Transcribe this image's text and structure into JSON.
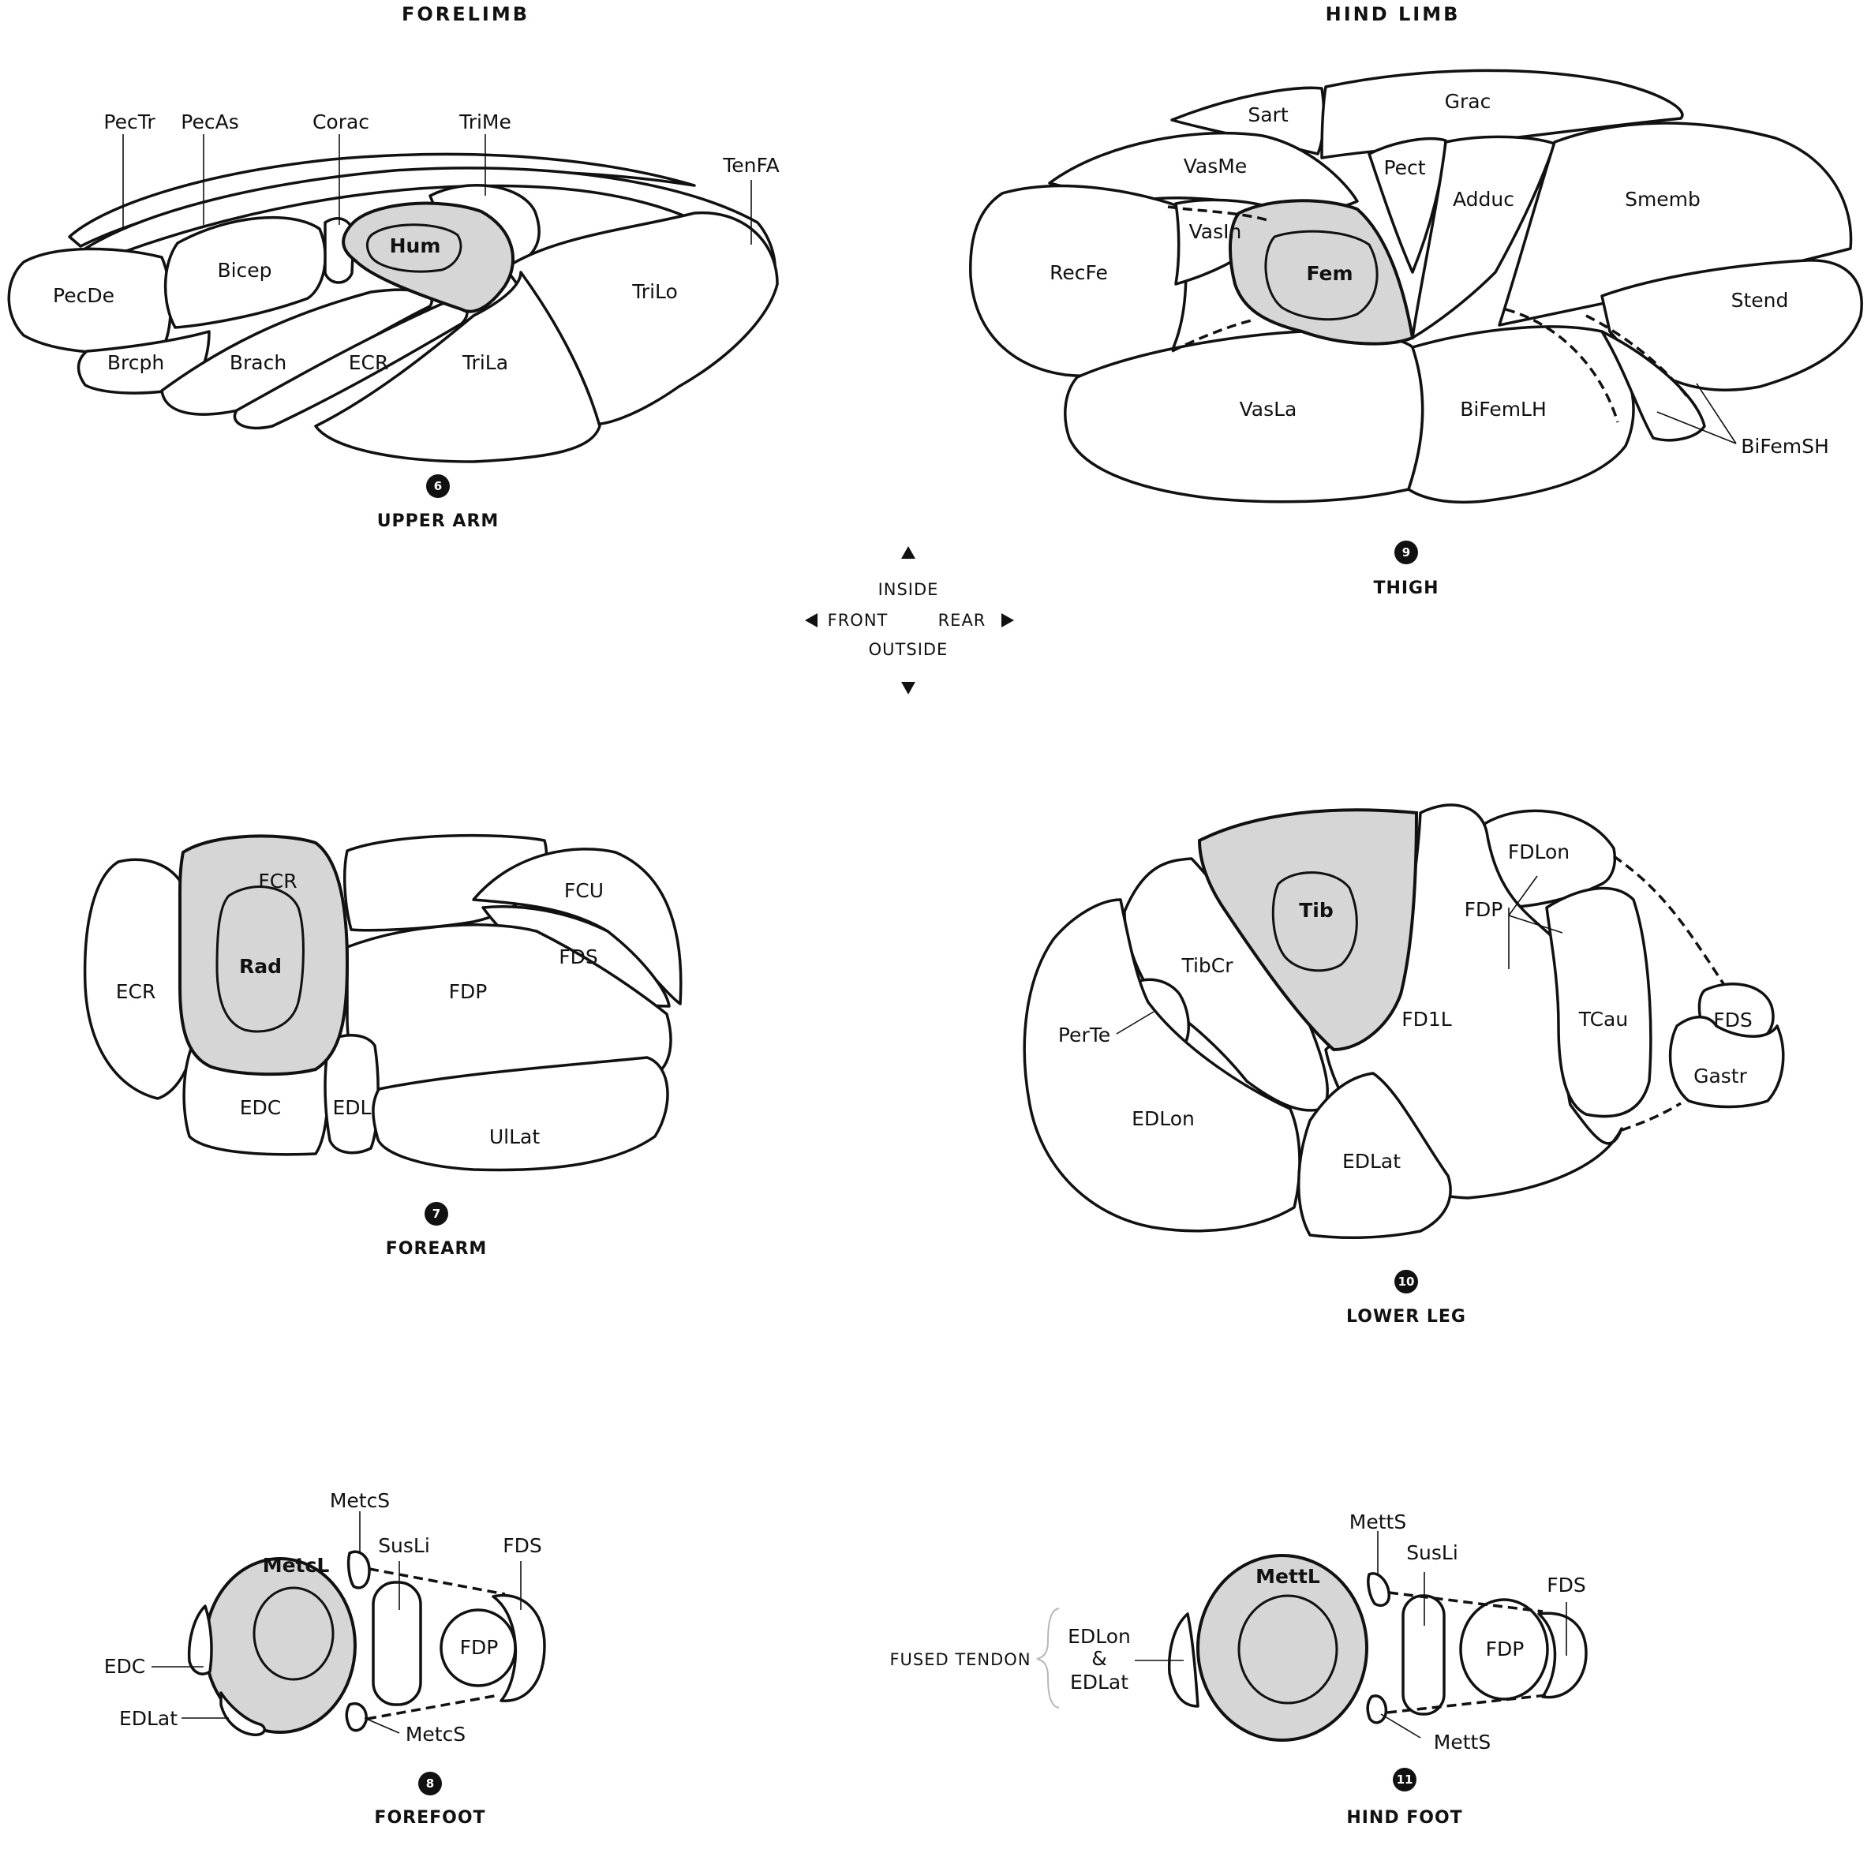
{
  "headers": {
    "forelimb": "FORELIMB",
    "hind_limb": "HIND LIMB"
  },
  "compass": {
    "inside": "INSIDE",
    "outside": "OUTSIDE",
    "front": "FRONT",
    "rear": "REAR"
  },
  "sections": {
    "upper_arm": {
      "number": "6",
      "caption": "UPPER ARM",
      "labels": {
        "pectr": "PecTr",
        "pecas": "PecAs",
        "corac": "Corac",
        "trime": "TriMe",
        "tenfa": "TenFA",
        "pecde": "PecDe",
        "bicep": "Bicep",
        "hum": "Hum",
        "trilo": "TriLo",
        "brcph": "Brcph",
        "brach": "Brach",
        "ecr": "ECR",
        "trila": "TriLa"
      }
    },
    "thigh": {
      "number": "9",
      "caption": "THIGH",
      "labels": {
        "sart": "Sart",
        "grac": "Grac",
        "vasme": "VasMe",
        "pect": "Pect",
        "adduc": "Adduc",
        "smemb": "Smemb",
        "vasin": "VasIn",
        "recfe": "RecFe",
        "fem": "Fem",
        "stend": "Stend",
        "vasla": "VasLa",
        "bifemlh": "BiFemLH",
        "bifemsh": "BiFemSH"
      }
    },
    "forearm": {
      "number": "7",
      "caption": "FOREARM",
      "labels": {
        "fcr": "FCR",
        "fcu": "FCU",
        "rad": "Rad",
        "fds": "FDS",
        "ecr": "ECR",
        "fdp": "FDP",
        "edc": "EDC",
        "edl": "EDL",
        "ullat": "UlLat"
      }
    },
    "lower_leg": {
      "number": "10",
      "caption": "LOWER LEG",
      "labels": {
        "fdlon": "FDLon",
        "tib": "Tib",
        "fdp": "FDP",
        "tibcr": "TibCr",
        "fd1l": "FD1L",
        "tcau": "TCau",
        "perte": "PerTe",
        "fds": "FDS",
        "gastr": "Gastr",
        "edlon": "EDLon",
        "edlat": "EDLat"
      }
    },
    "forefoot": {
      "number": "8",
      "caption": "FOREFOOT",
      "labels": {
        "metcs_top": "MetcS",
        "susli": "SusLi",
        "fds": "FDS",
        "metcl": "MetcL",
        "fdp": "FDP",
        "edc": "EDC",
        "edlat": "EDLat",
        "metcs_bottom": "MetcS"
      }
    },
    "hind_foot": {
      "number": "11",
      "caption": "HIND FOOT",
      "labels": {
        "metts_top": "MettS",
        "susli": "SusLi",
        "fds": "FDS",
        "mettl": "MettL",
        "fused_tendon": "FUSED TENDON",
        "edlon": "EDLon",
        "amp": "&",
        "edlat": "EDLat",
        "fdp": "FDP",
        "metts_bottom": "MettS"
      }
    }
  }
}
